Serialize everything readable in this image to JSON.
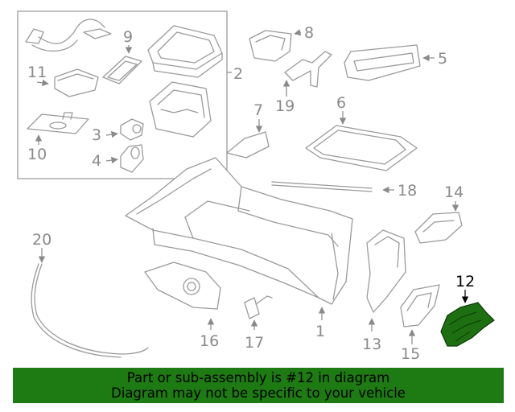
{
  "diagram": {
    "callouts": [
      "1",
      "2",
      "3",
      "4",
      "5",
      "6",
      "7",
      "8",
      "9",
      "10",
      "11",
      "12",
      "13",
      "14",
      "15",
      "16",
      "17",
      "18",
      "19",
      "20"
    ],
    "highlighted_part": "12",
    "highlight_color": "#1e6f12"
  },
  "banner": {
    "line1": "Part or sub-assembly is #12 in diagram",
    "line2": "Diagram may not be specific to your vehicle",
    "background": "#1e7a12"
  }
}
